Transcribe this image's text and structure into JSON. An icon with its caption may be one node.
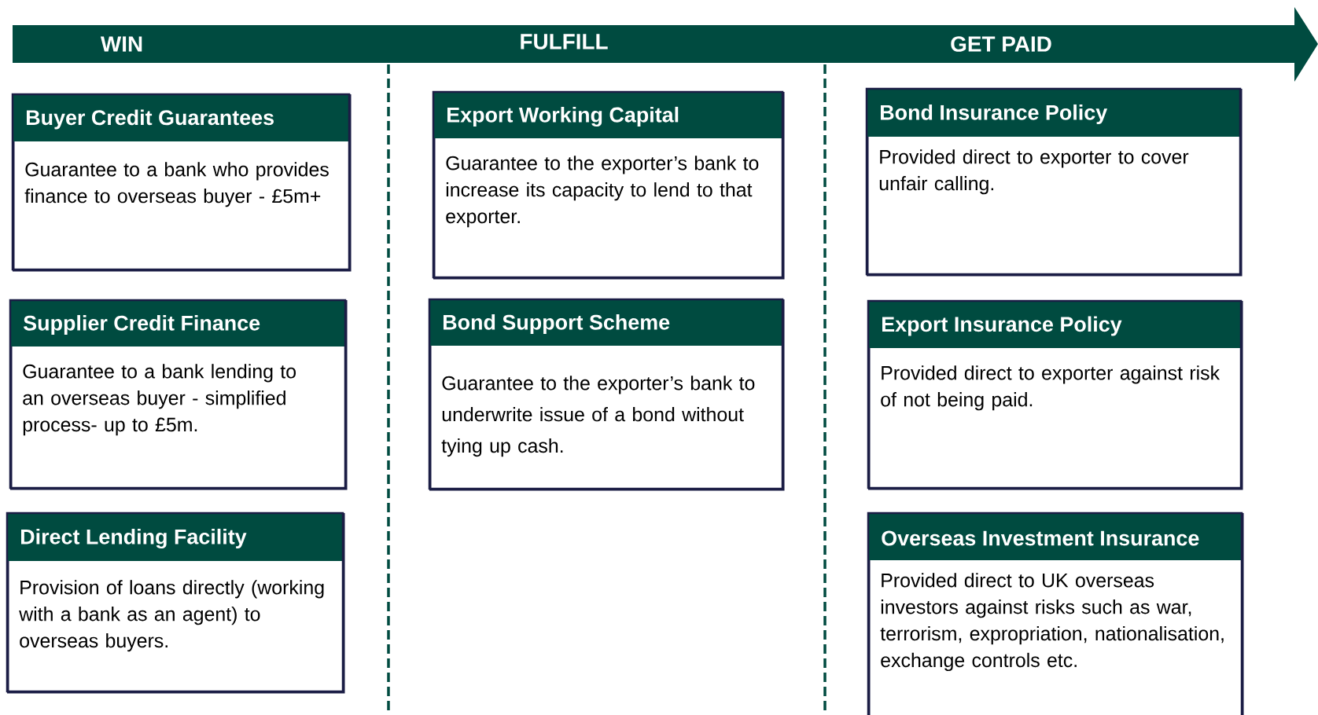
{
  "diagram": {
    "nodes": [
      {
        "text": [
          "Buyer Credit Guarantees",
          "Guarantee to a bank who provides finance to overseas buyer - £5m+"
        ]
      },
      {
        "text": [
          "Supplier Credit Finance",
          "Guarantee to a bank lending to an overseas buyer -  simplified process- up to £5m."
        ]
      },
      {
        "text": [
          "Direct Lending Facility",
          "Provision of loans directly (working with a bank as an agent) to overseas buyers."
        ]
      },
      {
        "text": [
          "Export Working Capital",
          "Guarantee to the exporter’s bank to increase its capacity to lend to that exporter."
        ]
      },
      {
        "text": [
          "Bond Support Scheme",
          "Guarantee to the exporter’s bank to underwrite issue of a bond without tying up cash."
        ]
      },
      {
        "text": [
          "Bond Insurance Policy",
          "Provided direct to exporter to cover unfair calling."
        ]
      },
      {
        "text": [
          "Export Insurance Policy",
          "Provided direct to exporter against risk of not being paid."
        ]
      },
      {
        "text": [
          "Overseas Investment Insurance",
          "Provided direct to UK overseas investors against risks such as war, terrorism, expropriation, nationalisation,  exchange controls etc."
        ]
      }
    ],
    "edges": [],
    "labels": [
      "WIN",
      "FULFILL",
      "GET PAID"
    ]
  }
}
